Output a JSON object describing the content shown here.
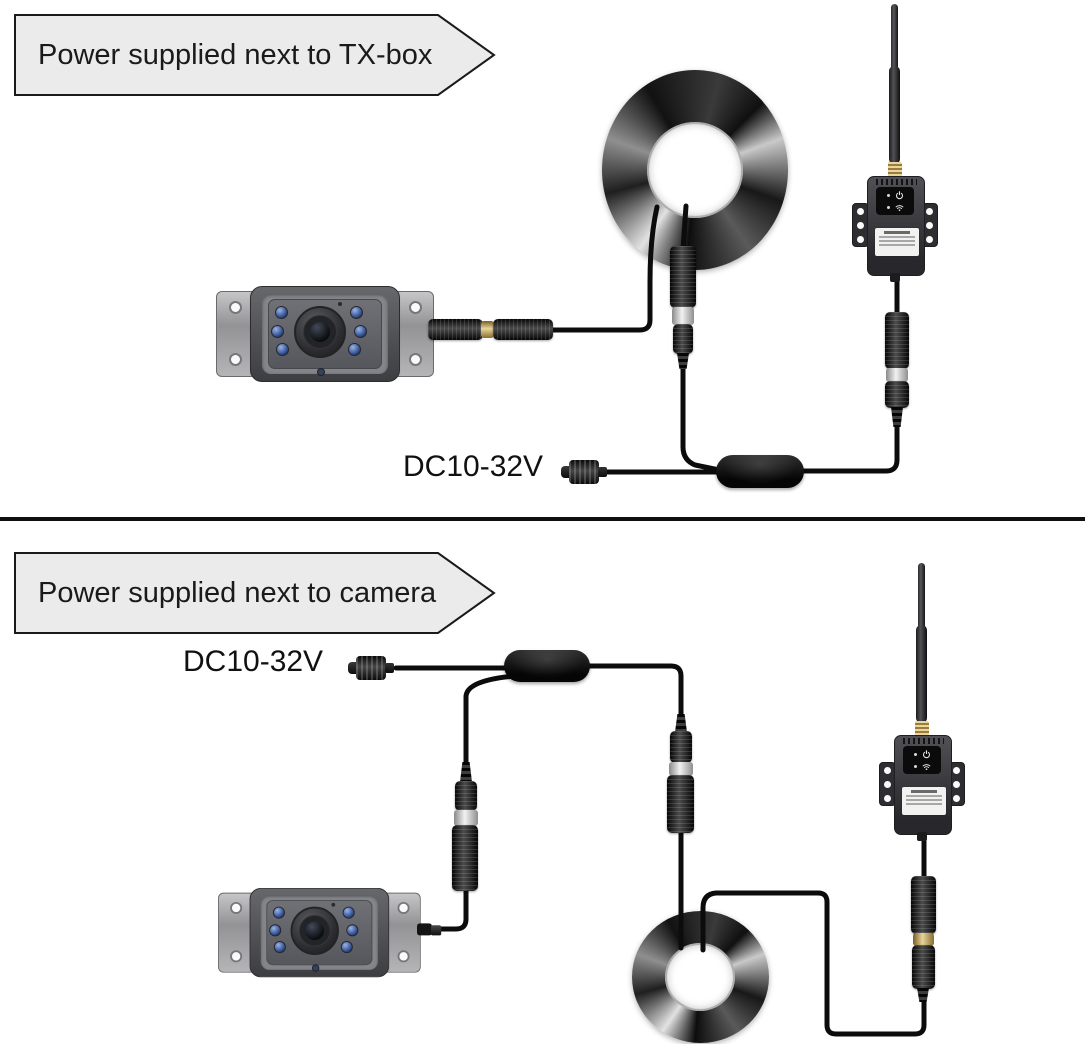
{
  "top_panel": {
    "banner_label": "Power supplied next to TX-box",
    "power_label": "DC10-32V"
  },
  "bottom_panel": {
    "banner_label": "Power supplied next to camera",
    "power_label": "DC10-32V"
  },
  "colors": {
    "background": "#ffffff",
    "banner_fill": "#ebebeb",
    "banner_stroke": "#1a1a1a",
    "cable": "#0c0c0c",
    "divider": "#0f0f0f",
    "camera_led_blue": "#3d5ca0",
    "brass_coupling": "#b9975b",
    "silver_coupling": "#d9d9d9",
    "text": "#1a1a1a"
  }
}
